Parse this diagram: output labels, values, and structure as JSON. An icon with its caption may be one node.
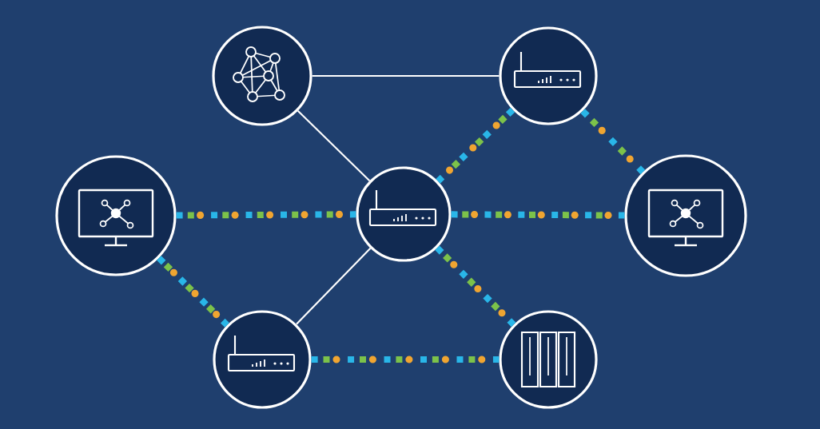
{
  "diagram": {
    "nodes": [
      {
        "text": [],
        "shape": "circle"
      },
      {
        "text": [],
        "shape": "circle"
      },
      {
        "text": [],
        "shape": "circle"
      },
      {
        "text": [],
        "shape": "circle"
      },
      {
        "text": [],
        "shape": "circle"
      },
      {
        "text": [],
        "shape": "circle"
      },
      {
        "text": [],
        "shape": "circle"
      }
    ],
    "edges": [
      {
        "from": 0,
        "to": 1,
        "arrow": "none",
        "color": "#ffffff"
      },
      {
        "from": 0,
        "to": 3,
        "arrow": "none",
        "color": "#ffffff"
      },
      {
        "from": 1,
        "to": 3,
        "arrow": "none",
        "style": "dashed"
      },
      {
        "from": 1,
        "to": 4,
        "arrow": "none",
        "style": "dashed"
      },
      {
        "from": 2,
        "to": 3,
        "arrow": "none",
        "style": "dashed"
      },
      {
        "from": 3,
        "to": 4,
        "arrow": "none",
        "style": "dashed"
      },
      {
        "from": 2,
        "to": 5,
        "arrow": "none",
        "style": "dashed"
      },
      {
        "from": 3,
        "to": 5,
        "arrow": "none",
        "color": "#ffffff"
      },
      {
        "from": 3,
        "to": 6,
        "arrow": "none",
        "style": "dashed"
      },
      {
        "from": 5,
        "to": 6,
        "arrow": "none",
        "style": "dashed"
      }
    ]
  }
}
